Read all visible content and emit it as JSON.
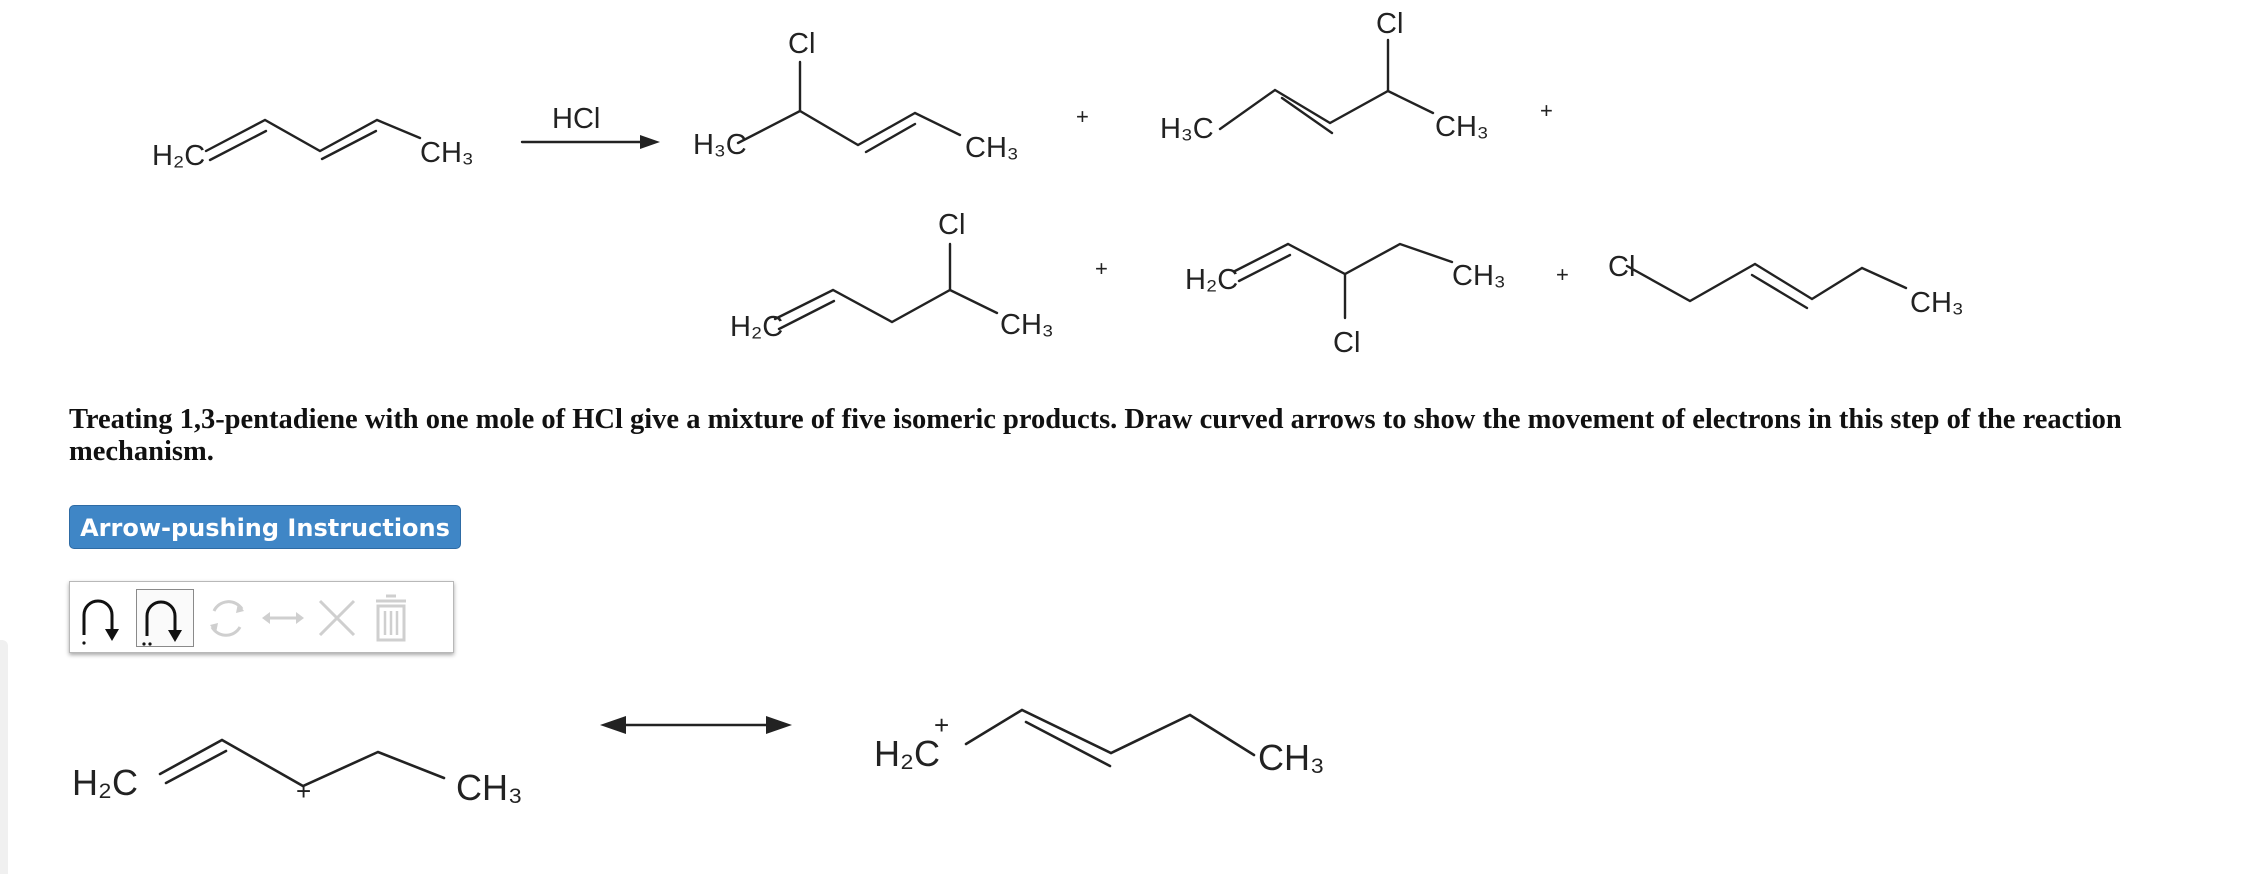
{
  "reaction": {
    "reactant": {
      "left_group": "H₂C",
      "right_group": "CH₃"
    },
    "reagent": "HCl",
    "products": [
      {
        "top_atom": "Cl",
        "left_group": "H₃C",
        "right_group": "CH₃"
      },
      {
        "top_atom": "Cl",
        "left_group": "H₃C",
        "right_group": "CH₃"
      },
      {
        "top_atom": "Cl",
        "left_group": "H₂C",
        "right_group": "CH₃"
      },
      {
        "bottom_atom": "Cl",
        "left_group": "H₂C",
        "right_group": "CH₃"
      },
      {
        "left_atom": "Cl",
        "right_group": "CH₃"
      }
    ],
    "plus_sign": "+"
  },
  "question": {
    "text": "Treating 1,3-pentadiene with one mole of HCl give a mixture of five isomeric products. Draw curved arrows to show the movement of electrons in this step of the reaction mechanism."
  },
  "instructions_button": {
    "label": "Arrow-pushing Instructions"
  },
  "toolbar": {
    "tools": [
      {
        "name": "electron-pair-arrow-icon",
        "selected": false
      },
      {
        "name": "single-electron-arrow-icon",
        "selected": true
      },
      {
        "name": "rotate-icon",
        "selected": false,
        "disabled": true
      },
      {
        "name": "resonance-arrow-icon",
        "selected": false,
        "disabled": true
      },
      {
        "name": "delete-x-icon",
        "selected": false,
        "disabled": true
      },
      {
        "name": "trash-icon",
        "selected": false,
        "disabled": true
      }
    ]
  },
  "resonance": {
    "left": {
      "left_group": "H₂C",
      "right_group": "CH₃",
      "charge": "+"
    },
    "right": {
      "left_group": "H₂C",
      "right_group": "CH₃",
      "charge": "+"
    }
  }
}
